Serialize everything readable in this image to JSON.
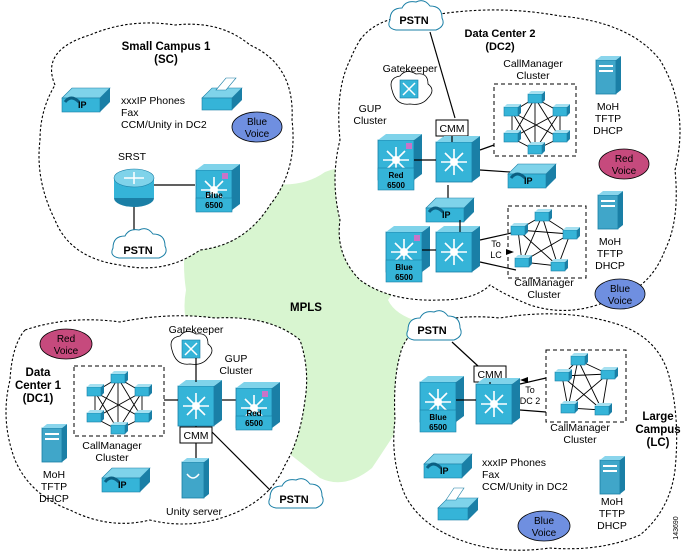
{
  "colors": {
    "mpls": "#d8f5d0",
    "device": "#35b4d8",
    "device_dark": "#1a7fa6",
    "red_voice": "#c64a7d",
    "blue_voice": "#6f8fe0",
    "server": "#40a6c9"
  },
  "sc": {
    "title_line1": "Small Campus 1",
    "title_line2": "(SC)",
    "phones_line1": "xxxIP Phones",
    "phones_line2": "Fax",
    "phones_line3": "CCM/Unity in DC2",
    "srst": "SRST",
    "switch_model": "6500",
    "switch_label": "Blue",
    "voice_line1": "Blue",
    "voice_line2": "Voice",
    "pstn": "PSTN"
  },
  "dc2": {
    "title_line1": "Data Center 2",
    "title_line2": "(DC2)",
    "pstn": "PSTN",
    "gatekeeper": "Gatekeeper",
    "gup_line1": "GUP",
    "gup_line2": "Cluster",
    "cmm": "CMM",
    "ccm_line1": "CallManager",
    "ccm_line2": "Cluster",
    "ccm2_line1": "CallManager",
    "ccm2_line2": "Cluster",
    "server1_line1": "MoH",
    "server1_line2": "TFTP",
    "server1_line3": "DHCP",
    "server2_line1": "MoH",
    "server2_line2": "TFTP",
    "server2_line3": "DHCP",
    "red_switch_label": "Red",
    "red_switch_model": "6500",
    "blue_switch_label": "Blue",
    "blue_switch_model": "6500",
    "red_voice_line1": "Red",
    "red_voice_line2": "Voice",
    "blue_voice_line1": "Blue",
    "blue_voice_line2": "Voice",
    "to_lc_line1": "To",
    "to_lc_line2": "LC"
  },
  "mpls": "MPLS",
  "dc1": {
    "title_line1": "Data",
    "title_line2": "Center 1",
    "title_line3": "(DC1)",
    "red_voice_line1": "Red",
    "red_voice_line2": "Voice",
    "gatekeeper": "Gatekeeper",
    "gup_line1": "GUP",
    "gup_line2": "Cluster",
    "ccm_line1": "CallManager",
    "ccm_line2": "Cluster",
    "cmm": "CMM",
    "red_switch_label": "Red",
    "red_switch_model": "6500",
    "server_line1": "MoH",
    "server_line2": "TFTP",
    "server_line3": "DHCP",
    "unity": "Unity server",
    "pstn": "PSTN"
  },
  "lc": {
    "title_line1": "Large",
    "title_line2": "Campus",
    "title_line3": "(LC)",
    "pstn": "PSTN",
    "cmm": "CMM",
    "blue_switch_label": "Blue",
    "blue_switch_model": "6500",
    "to_dc2_line1": "To",
    "to_dc2_line2": "DC 2",
    "ccm_line1": "CallManager",
    "ccm_line2": "Cluster",
    "phones_line1": "xxxIP Phones",
    "phones_line2": "Fax",
    "phones_line3": "CCM/Unity in DC2",
    "server_line1": "MoH",
    "server_line2": "TFTP",
    "server_line3": "DHCP",
    "voice_line1": "Blue",
    "voice_line2": "Voice"
  },
  "figure_id": "143690"
}
